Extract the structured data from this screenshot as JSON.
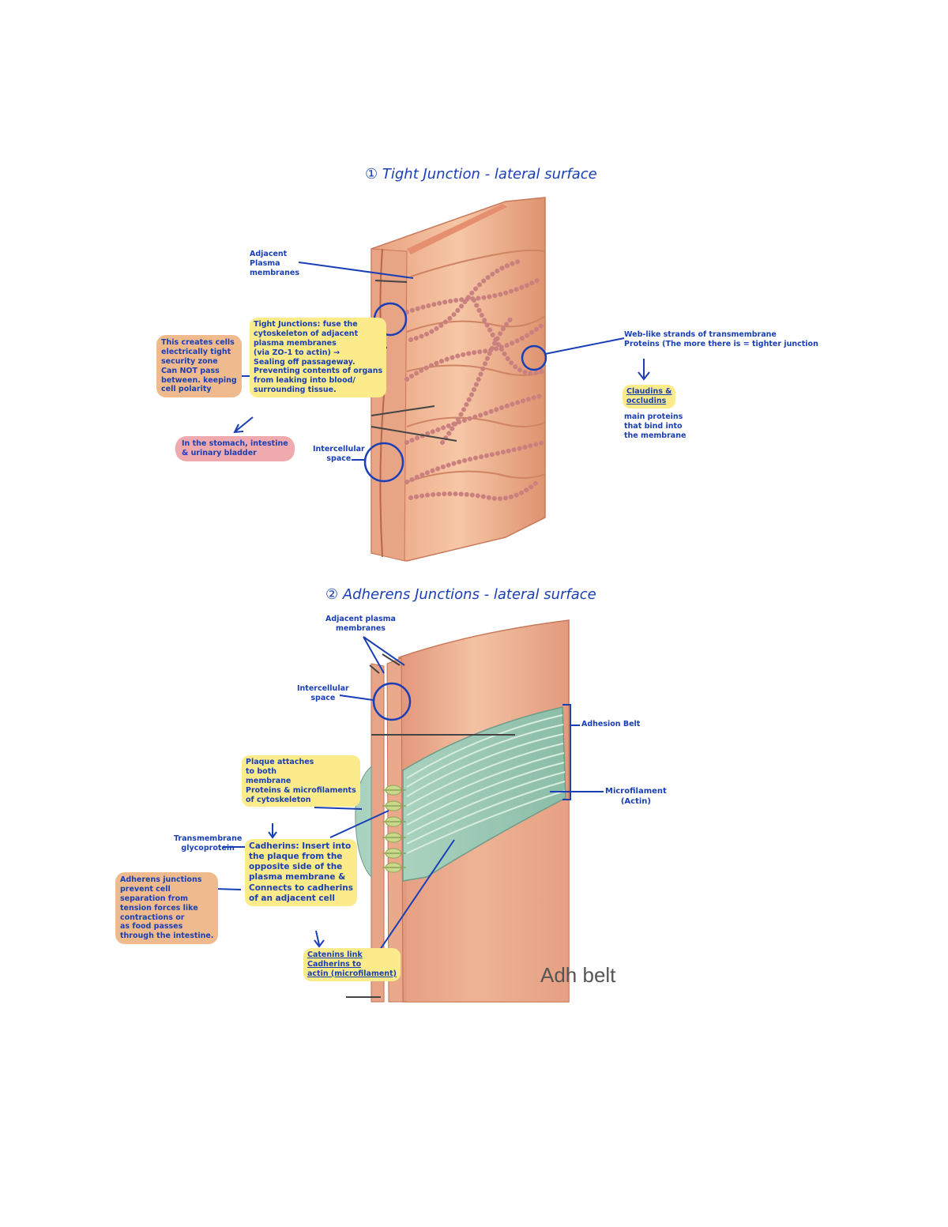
{
  "figure1": {
    "title": "① Tight Junction - lateral surface",
    "label_adjacent": "Adjacent\nPlasma\nmembranes",
    "note_tight": "Tight Junctions: fuse the\ncytoskeleton of adjacent\nplasma membranes\n(via ZO-1 to actin) →\nSealing off passageway.\nPreventing contents of organs\nfrom leaking into blood/\nsurrounding tissue.",
    "note_seal": "This creates cells\nelectrically tight\nsecurity zone\nCan NOT pass\nbetween. keeping\ncell polarity",
    "note_found": "In the stomach, intestine\n& urinary bladder",
    "label_intercellular": "Intercellular\nspace",
    "label_strands": "Web-like strands of transmembrane\nProteins (The more there is = tighter junction",
    "label_claudins_hl": "Claudins &\noccludins",
    "label_claudins_rest": "main proteins\nthat bind into\nthe membrane"
  },
  "figure2": {
    "title": "② Adherens Junctions - lateral surface",
    "label_adjacent": "Adjacent plasma\nmembranes",
    "label_intercellular": "Intercellular\nspace",
    "label_belt": "Adhesion Belt",
    "label_microfilament": "Microfilament\n(Actin)",
    "note_plaque": "Plaque attaches\nto both\nmembrane\nProteins & microfilaments\nof cytoskeleton",
    "label_glyco": "Transmembrane\nglycoprotein",
    "note_cadherins": "Cadherins: Insert into\nthe plaque from the\nopposite side of the\nplasma membrane &\nConnects to cadherins\nof an adjacent cell",
    "note_resist": "Adherens junctions\nprevent cell\nseparation from\ntension forces like\ncontractions or\nas food passes\nthrough the intestine.",
    "note_catenin": "Catenins link\nCadherins to\nactin (microfilament)",
    "printed_label": "Adh\nbelt"
  }
}
